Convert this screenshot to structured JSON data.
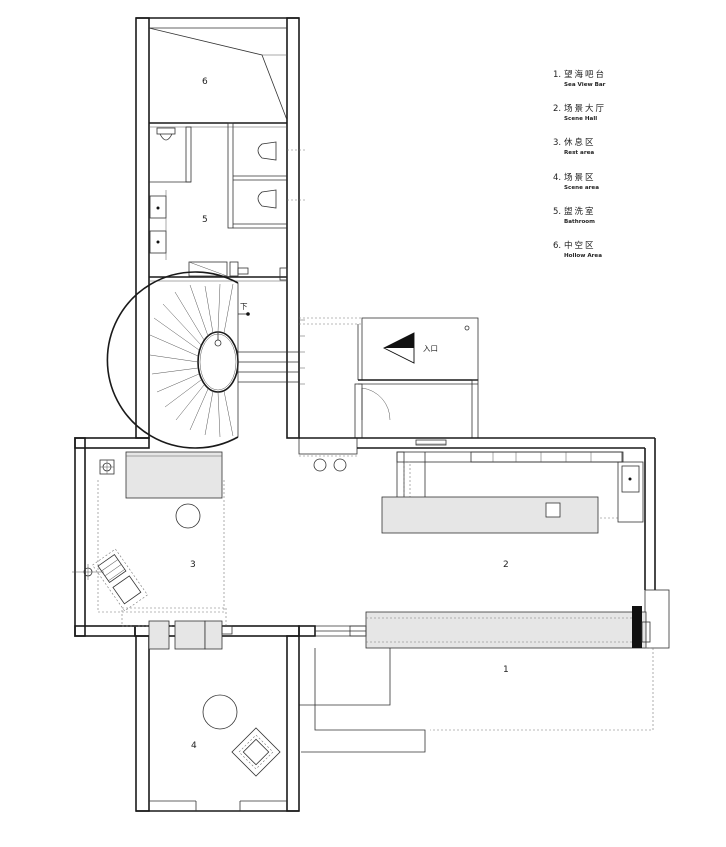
{
  "legend": [
    {
      "num": "1.",
      "zh": "望海吧台",
      "en": "Sea View Bar"
    },
    {
      "num": "2.",
      "zh": "场景大厅",
      "en": "Scene Hall"
    },
    {
      "num": "3.",
      "zh": "休息区",
      "en": "Rest area"
    },
    {
      "num": "4.",
      "zh": "场景区",
      "en": "Scene area"
    },
    {
      "num": "5.",
      "zh": "盥洗室",
      "en": "Bathroom"
    },
    {
      "num": "6.",
      "zh": "中空区",
      "en": "Hollow Area"
    }
  ],
  "rooms": {
    "r1": "1",
    "r2": "2",
    "r3": "3",
    "r4": "4",
    "r5": "5",
    "r6": "6"
  },
  "labels": {
    "entrance": "入口",
    "stair_down": "下"
  }
}
